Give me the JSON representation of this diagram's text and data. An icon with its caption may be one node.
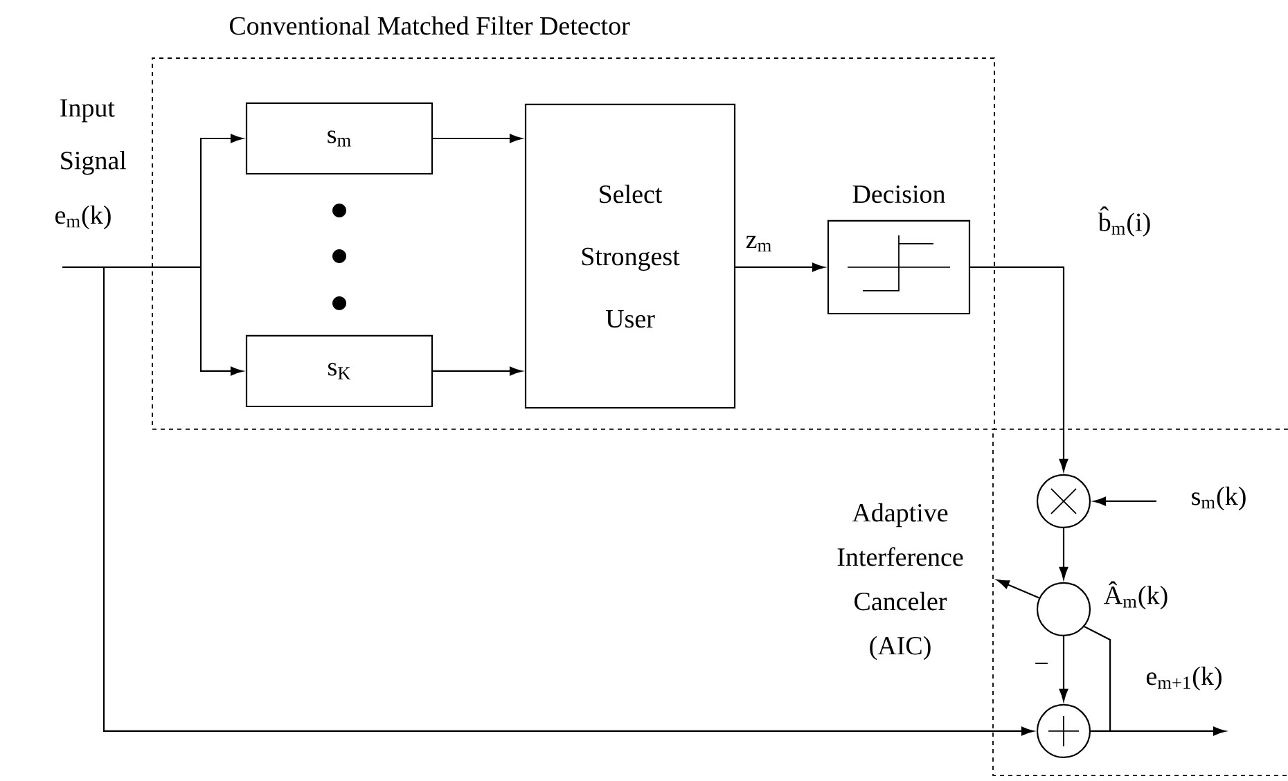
{
  "diagram": {
    "nodes": [
      {
        "text": [
          "Conventional Matched Filter Detector"
        ]
      },
      {
        "text": [
          "s$_{m}$"
        ],
        "in": 0
      },
      {
        "text": [
          "s$_{K}$"
        ],
        "in": 0
      },
      {
        "text": [
          "Select Strongest User"
        ],
        "in": 0
      },
      {
        "text": [
          "Decision"
        ],
        "in": 0
      },
      {
        "text": [
          "Adaptive Interference Canceler (AIC)"
        ]
      },
      {
        "text": [],
        "shape": "circle",
        "in": 5
      },
      {
        "text": [],
        "shape": "circle",
        "in": 5,
        "beside": [
          "Â$_{m}$(k)"
        ]
      },
      {
        "text": [],
        "shape": "circle",
        "in": 5
      }
    ],
    "edges": [
      {
        "from": null,
        "to": 1,
        "arrow": "to"
      },
      {
        "from": null,
        "to": 2,
        "arrow": "to"
      },
      {
        "from": null,
        "to": 8,
        "arrow": "to"
      },
      {
        "from": 1,
        "to": 3,
        "arrow": "to"
      },
      {
        "from": 2,
        "to": 3,
        "arrow": "to"
      },
      {
        "from": 3,
        "to": 4,
        "arrow": "to",
        "label": "z$_{m}$"
      },
      {
        "from": 4,
        "to": 6,
        "arrow": "to",
        "label": "b̂$_{m}$(i)"
      },
      {
        "from": null,
        "to": 6,
        "arrow": "to",
        "label": "s$_{m}$(k)"
      },
      {
        "from": 6,
        "to": 7,
        "arrow": "to"
      },
      {
        "from": 7,
        "to": 8,
        "arrow": "to",
        "label": "−"
      },
      {
        "from": 7,
        "to": null,
        "arrow": "to"
      },
      {
        "from": 8,
        "to": null,
        "arrow": "to",
        "label": "e$_{m+1}$(k)"
      },
      {
        "from": 8,
        "to": 7,
        "arrow": "none"
      }
    ],
    "labels": [
      "Input Signal",
      "e$_{m}$(k)"
    ]
  }
}
